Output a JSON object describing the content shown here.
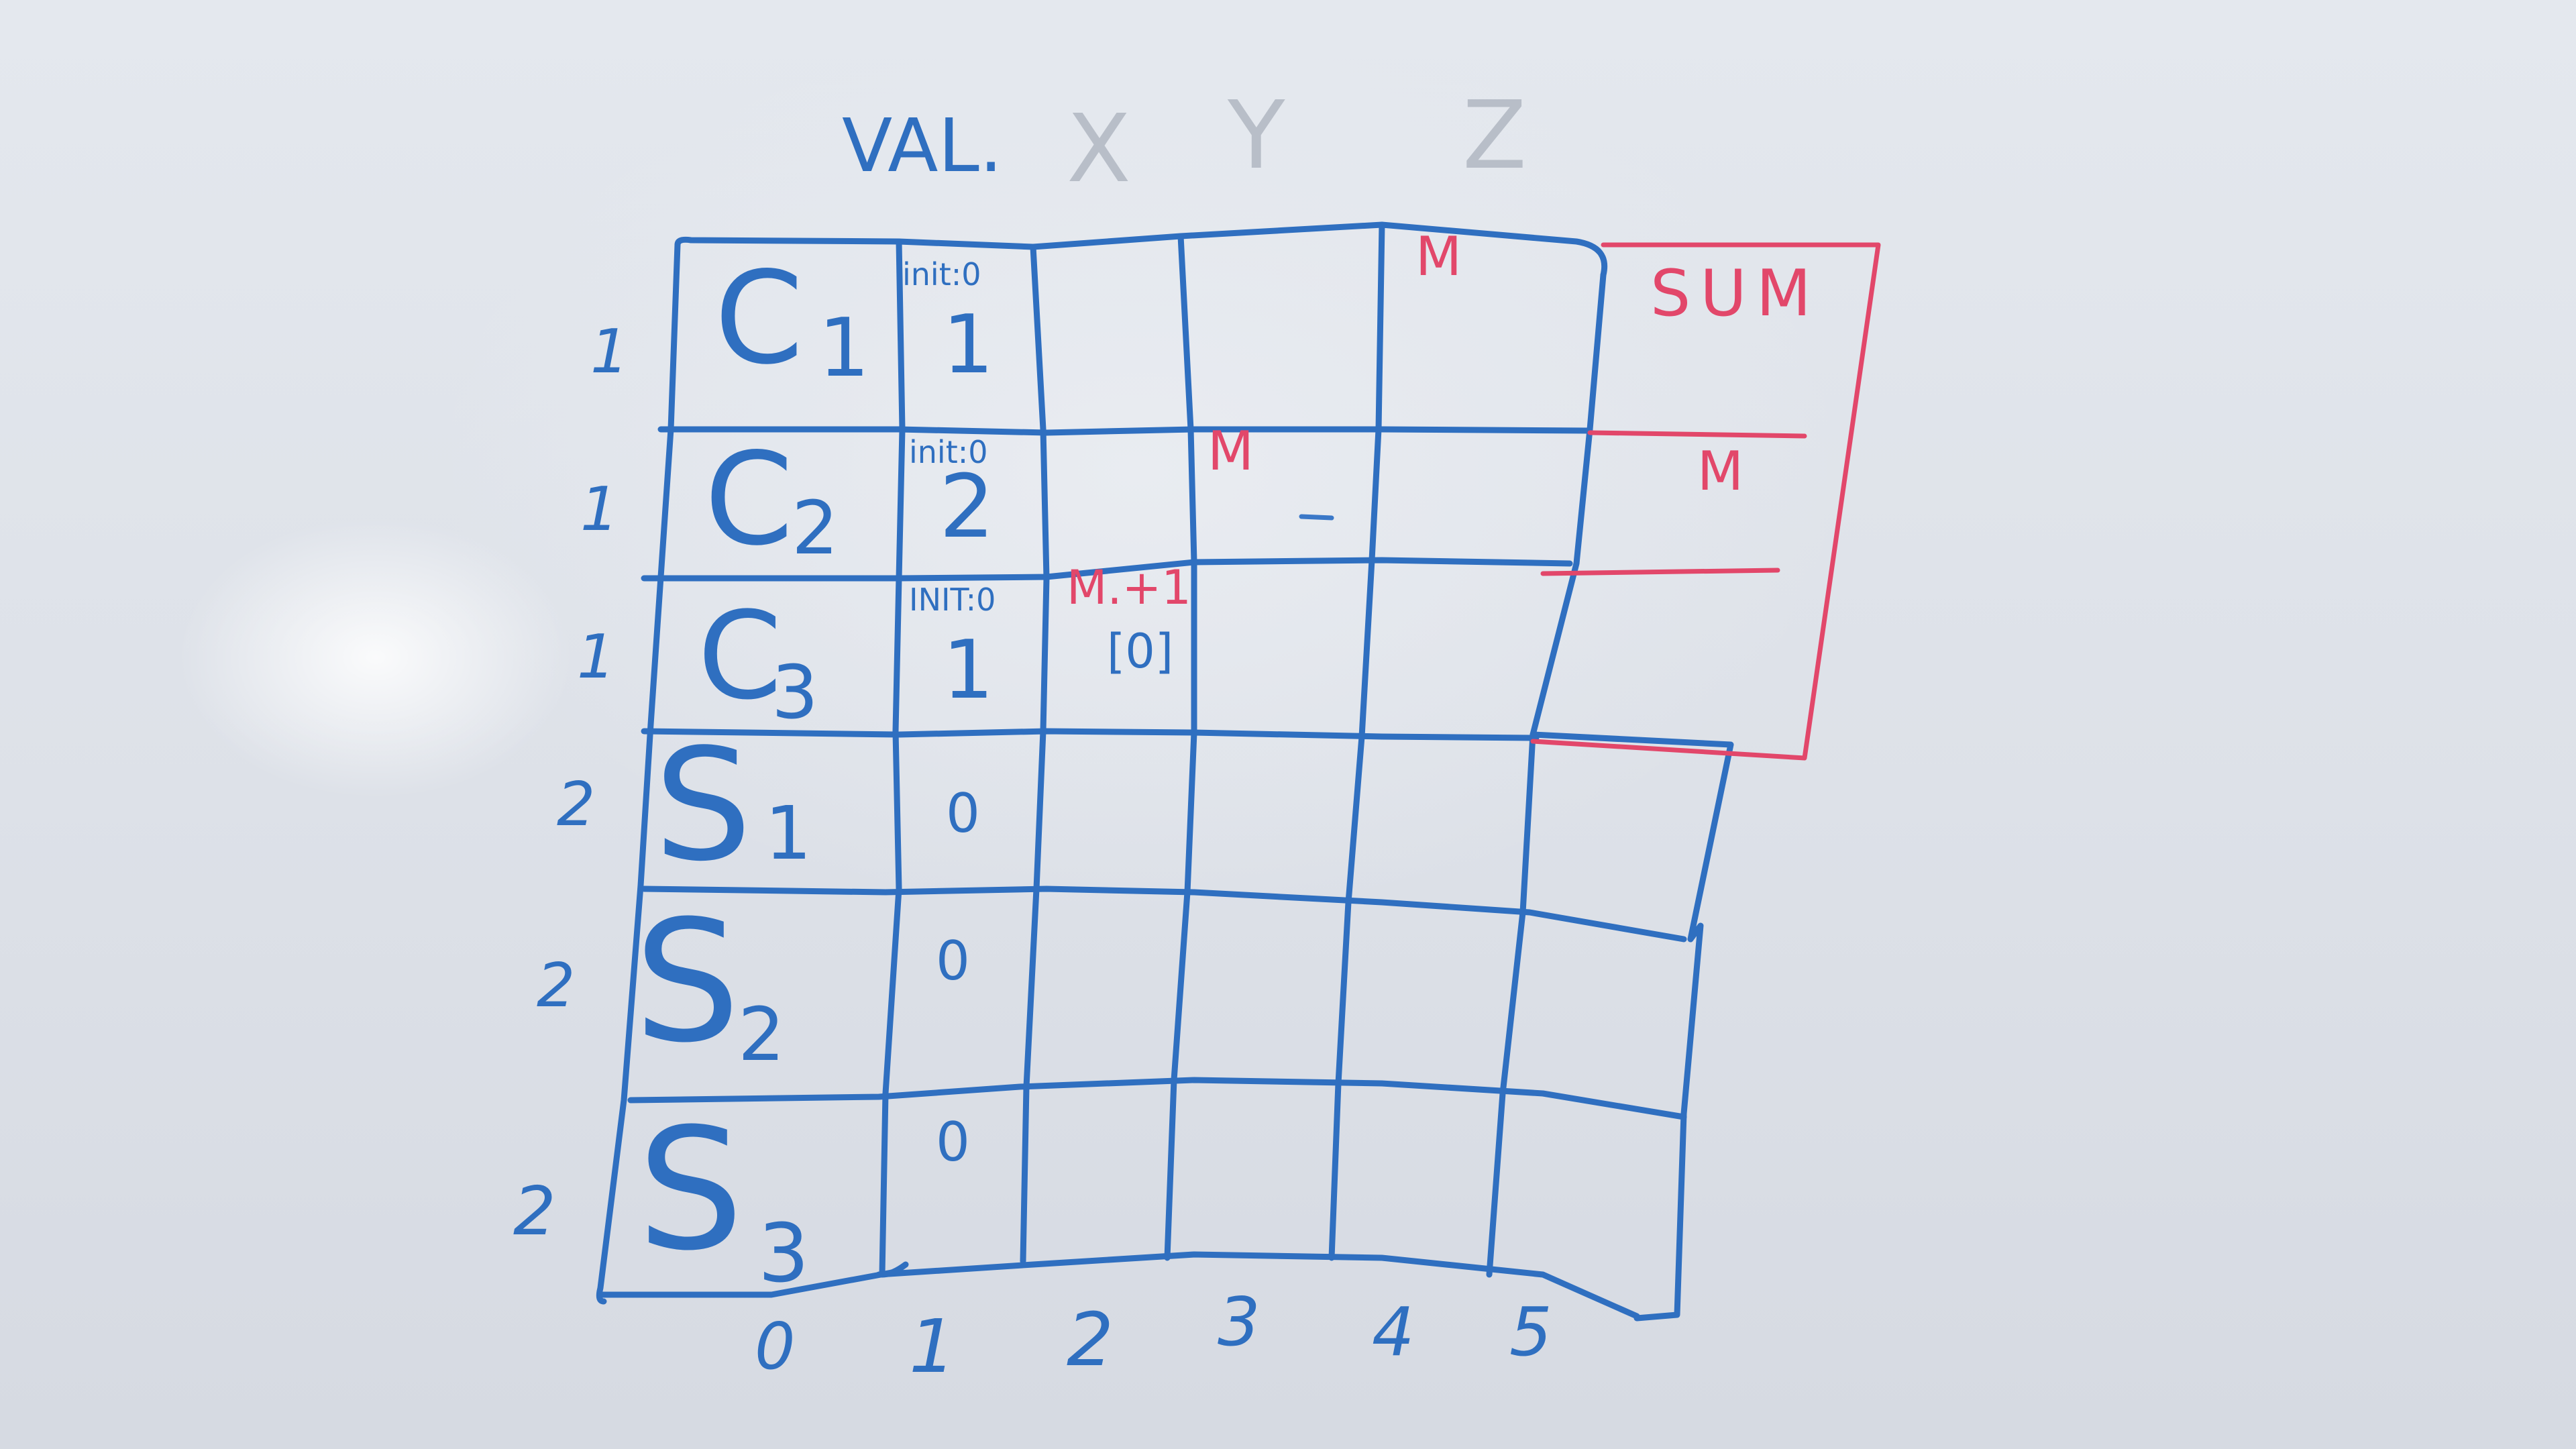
{
  "header": {
    "val_label": "VAL.",
    "ghost_x": "X",
    "ghost_y": "Y",
    "ghost_z": "Z"
  },
  "rows": [
    {
      "weight": "1",
      "name_main": "C",
      "name_sub": "1",
      "init_label": "init:0",
      "value": "1"
    },
    {
      "weight": "1",
      "name_main": "C",
      "name_sub": "2",
      "init_label": "init:0",
      "value": "2"
    },
    {
      "weight": "1",
      "name_main": "C",
      "name_sub": "3",
      "init_label": "INIT:0",
      "value": "1"
    },
    {
      "weight": "2",
      "name_main": "S",
      "name_sub": "1",
      "init_label": "",
      "value": "0"
    },
    {
      "weight": "2",
      "name_main": "S",
      "name_sub": "2",
      "init_label": "",
      "value": "0"
    },
    {
      "weight": "2",
      "name_main": "S",
      "name_sub": "3",
      "init_label": "",
      "value": "0"
    }
  ],
  "column_indices": [
    "0",
    "1",
    "2",
    "3",
    "4",
    "5"
  ],
  "annotations": {
    "m_row1": "M",
    "m_row2": "M",
    "m_row3_main": "M.+1",
    "m_row3_sub": "[0]",
    "sum_label": "SUM",
    "sum_m": "M"
  },
  "colors": {
    "blue_marker": "#2f6fc0",
    "red_marker": "#e2476a",
    "whiteboard": "#dfe3ea"
  }
}
